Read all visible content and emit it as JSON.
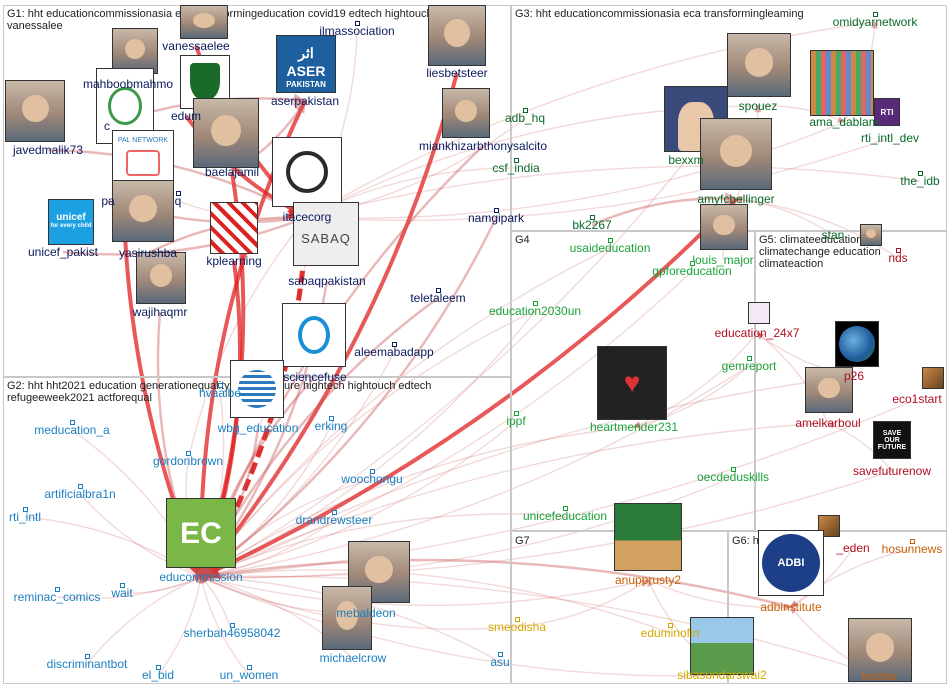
{
  "groups": [
    {
      "id": "G1",
      "label": "G1: hht educationcommissionasia eca transformingeducation covid19 edtech hightouchhightech vanessalee"
    },
    {
      "id": "G2",
      "label": "G2: hht hht2021 education generationequality saveourfuture hightech hightouch edtech refugeeweek2021 actforequal"
    },
    {
      "id": "G3",
      "label": "G3: hht educationcommissionasia eca transformingleaming"
    },
    {
      "id": "G4",
      "label": "G4"
    },
    {
      "id": "G5",
      "label": "G5: climateeducation climatechange education climateaction"
    },
    {
      "id": "G6",
      "label": "G6: hht"
    },
    {
      "id": "G7",
      "label": "G7"
    }
  ],
  "colors": {
    "G1": "#0a1a5c",
    "G2": "#1a7fc0",
    "G3": "#0a6a2a",
    "G4": "#1aa23a",
    "G5": "#b01020",
    "G6": "#c8620a",
    "G7": "#d4a800",
    "edge": "#c85050",
    "edge_strong": "#e02020",
    "border": "#c8c8c8"
  },
  "nodes": [
    {
      "id": "vanessaelee",
      "label": "vanessaelee",
      "group": "G1",
      "icon": "person-photo-icon"
    },
    {
      "id": "ilmassociation",
      "label": "ilmassociation",
      "group": "G1",
      "icon": "dot-icon"
    },
    {
      "id": "liesbetsteer",
      "label": "liesbetsteer",
      "group": "G1",
      "icon": "person-photo-icon"
    },
    {
      "id": "mahboobmahmood",
      "label": "mahboobmahmo",
      "group": "G1",
      "icon": "person-photo-icon"
    },
    {
      "id": "aserpakistan",
      "label": "aserpakistan",
      "group": "G1",
      "icon": "aser-logo-icon"
    },
    {
      "id": "javedmalik73",
      "label": "javedmalik73",
      "group": "G1",
      "icon": "person-photo-icon"
    },
    {
      "id": "edum",
      "label": "edum",
      "group": "G1",
      "icon": "crest-icon"
    },
    {
      "id": "c",
      "label": "c",
      "group": "G1",
      "icon": "logo-icon"
    },
    {
      "id": "miankhizar",
      "label": "miankhizarbthonysalcito",
      "group": "G1",
      "icon": "person-photo-icon"
    },
    {
      "id": "baelajamil",
      "label": "baelajamil",
      "group": "G1",
      "icon": "person-photo-icon"
    },
    {
      "id": "pa",
      "label": "pa",
      "group": "G1",
      "icon": "pal-logo-icon"
    },
    {
      "id": "q",
      "label": "q",
      "group": "G1",
      "icon": "dot-icon"
    },
    {
      "id": "itacecorg",
      "label": "itacecorg",
      "group": "G1",
      "icon": "itacec-logo-icon"
    },
    {
      "id": "namgipark",
      "label": "namgipark",
      "group": "G1",
      "icon": "dot-icon"
    },
    {
      "id": "unicef_pakistan",
      "label": "unicef_pakist",
      "group": "G1",
      "icon": "unicef-logo-icon"
    },
    {
      "id": "yasirushba",
      "label": "yasirushba",
      "group": "G1",
      "icon": "person-photo-icon"
    },
    {
      "id": "kplearning",
      "label": "kplearning",
      "group": "G1",
      "icon": "pattern-logo-icon"
    },
    {
      "id": "sabaqpakistan",
      "label": "sabaqpakistan",
      "group": "G1",
      "icon": "sabaq-logo-icon"
    },
    {
      "id": "wajihaqmr",
      "label": "wajihaqmr",
      "group": "G1",
      "icon": "person-photo-icon"
    },
    {
      "id": "teletaleem",
      "label": "teletaleem",
      "group": "G1",
      "icon": "dot-icon"
    },
    {
      "id": "aleemabadapp",
      "label": "aleemabadapp",
      "group": "G1",
      "icon": "dot-icon"
    },
    {
      "id": "sciencefuse",
      "label": "sciencefuse",
      "group": "G1",
      "icon": "s-logo-icon"
    },
    {
      "id": "wbg_education",
      "label": "wbg_education",
      "group": "G2",
      "icon": "globe-logo-icon"
    },
    {
      "id": "hvaalbe",
      "label": "hvaalbe",
      "group": "G2",
      "icon": "dot-icon"
    },
    {
      "id": "meducation_a",
      "label": "meducation_a",
      "group": "G2",
      "icon": "dot-icon"
    },
    {
      "id": "erking",
      "label": "erking",
      "group": "G2",
      "icon": "dot-icon"
    },
    {
      "id": "gordonbrown",
      "label": "gordonbrown",
      "group": "G2",
      "icon": "dot-icon"
    },
    {
      "id": "woochongu",
      "label": "woochongu",
      "group": "G2",
      "icon": "dot-icon"
    },
    {
      "id": "artificialbra1n",
      "label": "artificialbra1n",
      "group": "G2",
      "icon": "dot-icon"
    },
    {
      "id": "drandrewsteer",
      "label": "drandrewsteer",
      "group": "G2",
      "icon": "dot-icon"
    },
    {
      "id": "rti_intl",
      "label": "rti_intl",
      "group": "G2",
      "icon": "dot-icon"
    },
    {
      "id": "educommission",
      "label": "educommission",
      "group": "G2",
      "icon": "ec-logo-icon"
    },
    {
      "id": "reminac_comics",
      "label": "reminac_comics",
      "group": "G2",
      "icon": "dot-icon"
    },
    {
      "id": "wait",
      "label": "wait",
      "group": "G2",
      "icon": "dot-icon"
    },
    {
      "id": "mebaldeon",
      "label": "mebaldeon",
      "group": "G2",
      "icon": "person-photo-icon"
    },
    {
      "id": "sherbah46958042",
      "label": "sherbah46958042",
      "group": "G2",
      "icon": "dot-icon"
    },
    {
      "id": "michaelcrow",
      "label": "michaelcrow",
      "group": "G2",
      "icon": "person-photo-icon"
    },
    {
      "id": "discriminantbot",
      "label": "discriminantbot",
      "group": "G2",
      "icon": "dot-icon"
    },
    {
      "id": "el_bid",
      "label": "el_bid",
      "group": "G2",
      "icon": "dot-icon"
    },
    {
      "id": "un_women",
      "label": "un_women",
      "group": "G2",
      "icon": "dot-icon"
    },
    {
      "id": "asu",
      "label": "asu",
      "group": "G2",
      "icon": "dot-icon"
    },
    {
      "id": "omidyarnetwork",
      "label": "omidyarnetwork",
      "group": "G3",
      "icon": "dot-icon"
    },
    {
      "id": "spouez",
      "label": "spouez",
      "group": "G3",
      "icon": "person-photo-icon"
    },
    {
      "id": "ama_dablam",
      "label": "ama_dablam",
      "group": "G3",
      "icon": "mosaic-photo-icon"
    },
    {
      "id": "rti_intl_dev",
      "label": "rti_intl_dev",
      "group": "G3",
      "icon": "rti-logo-icon"
    },
    {
      "id": "adb_hq",
      "label": "adb_hq",
      "group": "G3",
      "icon": "dot-icon"
    },
    {
      "id": "bexxm",
      "label": "bexxm",
      "group": "G3",
      "icon": "cartoon-avatar-icon"
    },
    {
      "id": "csf_india",
      "label": "csf_india",
      "group": "G3",
      "icon": "dot-icon"
    },
    {
      "id": "amyfcbellinger",
      "label": "amyfcbellinger",
      "group": "G3",
      "icon": "person-photo-icon"
    },
    {
      "id": "the_idb",
      "label": "the_idb",
      "group": "G3",
      "icon": "dot-icon"
    },
    {
      "id": "bk2267",
      "label": "bk2267",
      "group": "G3",
      "icon": "dot-icon"
    },
    {
      "id": "stan",
      "label": "stan",
      "group": "G3",
      "icon": "dot-icon"
    },
    {
      "id": "usaideducation",
      "label": "usaideducation",
      "group": "G4",
      "icon": "dot-icon"
    },
    {
      "id": "louis_major",
      "label": "louis_major",
      "group": "G4",
      "icon": "person-photo-icon"
    },
    {
      "id": "gpforeducation",
      "label": "gpforeducation",
      "group": "G4",
      "icon": "dot-icon"
    },
    {
      "id": "education2030un",
      "label": "education2030un",
      "group": "G4",
      "icon": "dot-icon"
    },
    {
      "id": "gemreport",
      "label": "gemreport",
      "group": "G4",
      "icon": "dot-icon"
    },
    {
      "id": "ippf",
      "label": "ippf",
      "group": "G4",
      "icon": "dot-icon"
    },
    {
      "id": "heartmender231",
      "label": "heartmender231",
      "group": "G4",
      "icon": "heart-logo-icon"
    },
    {
      "id": "oecdeduskills",
      "label": "oecdeduskills",
      "group": "G4",
      "icon": "dot-icon"
    },
    {
      "id": "unicefeducation",
      "label": "unicefeducation",
      "group": "G4",
      "icon": "dot-icon"
    },
    {
      "id": "nds",
      "label": "nds",
      "group": "G5",
      "icon": "dot-icon"
    },
    {
      "id": "education_24x7",
      "label": "education_24x7",
      "group": "G5",
      "icon": "small-logo-icon"
    },
    {
      "id": "p26",
      "label": "p26",
      "group": "G5",
      "icon": "earth-photo-icon"
    },
    {
      "id": "eco1start",
      "label": "eco1start",
      "group": "G5",
      "icon": "small-photo-icon"
    },
    {
      "id": "amelkarboul",
      "label": "amelkarboul",
      "group": "G5",
      "icon": "person-photo-icon"
    },
    {
      "id": "savefuturenow",
      "label": "savefuturenow",
      "group": "G5",
      "icon": "save-future-logo-icon"
    },
    {
      "id": "eden",
      "label": "_eden",
      "group": "G5",
      "icon": "small-photo-icon"
    },
    {
      "id": "anupprusty2",
      "label": "anupprusty2",
      "group": "G6",
      "icon": "group-photo-icon"
    },
    {
      "id": "hosunnews",
      "label": "hosunnews",
      "group": "G6",
      "icon": "dot-icon"
    },
    {
      "id": "adbinstitute",
      "label": "adbinstitute",
      "group": "G6",
      "icon": "adbi-logo-icon"
    },
    {
      "id": "keubsr",
      "label": "keubsr",
      "group": "G6",
      "icon": "person-photo-icon"
    },
    {
      "id": "smeodisha",
      "label": "smeodisha",
      "group": "G7",
      "icon": "dot-icon"
    },
    {
      "id": "eduminofin",
      "label": "eduminofin",
      "group": "G7",
      "icon": "dot-icon"
    },
    {
      "id": "sibasundarswai2",
      "label": "sibasundarswai2",
      "group": "G7",
      "icon": "outdoor-photo-icon"
    }
  ],
  "avatar_text": {
    "aser": "اثر ASER",
    "aser_sub": "PAKISTAN",
    "unicef": "unicef",
    "unicef_sub": "for every child",
    "sabaq": "SABAQ",
    "ec": "EC",
    "adbi": "ADBI",
    "rti": "RTI",
    "pal": "PAL NETWORK",
    "save_future": "SAVE OUR FUTURE"
  }
}
